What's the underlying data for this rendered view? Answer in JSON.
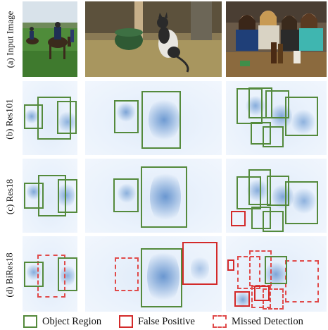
{
  "rows": [
    {
      "label": "(a) Input Image"
    },
    {
      "label": "(b) Res101"
    },
    {
      "label": "(c) Res18"
    },
    {
      "label": "(d) BiRes18"
    }
  ],
  "legend": {
    "object_region": "Object Region",
    "false_positive": "False Positive",
    "missed_detection": "Missed Detection"
  },
  "colors": {
    "object_region": "#548a3c",
    "false_positive": "#d32a2a",
    "missed_detection": "#e04a4a",
    "heatmap_background": "#eaf2fc",
    "heatmap_activation": "#2d5fa8"
  },
  "images": [
    {
      "name": "photo-horse-riders",
      "subject": "riders on horses on a grass field"
    },
    {
      "name": "photo-cat-barn",
      "subject": "cat beside a green bucket on straw"
    },
    {
      "name": "photo-women-table",
      "subject": "four women at a table with bottles"
    }
  ]
}
